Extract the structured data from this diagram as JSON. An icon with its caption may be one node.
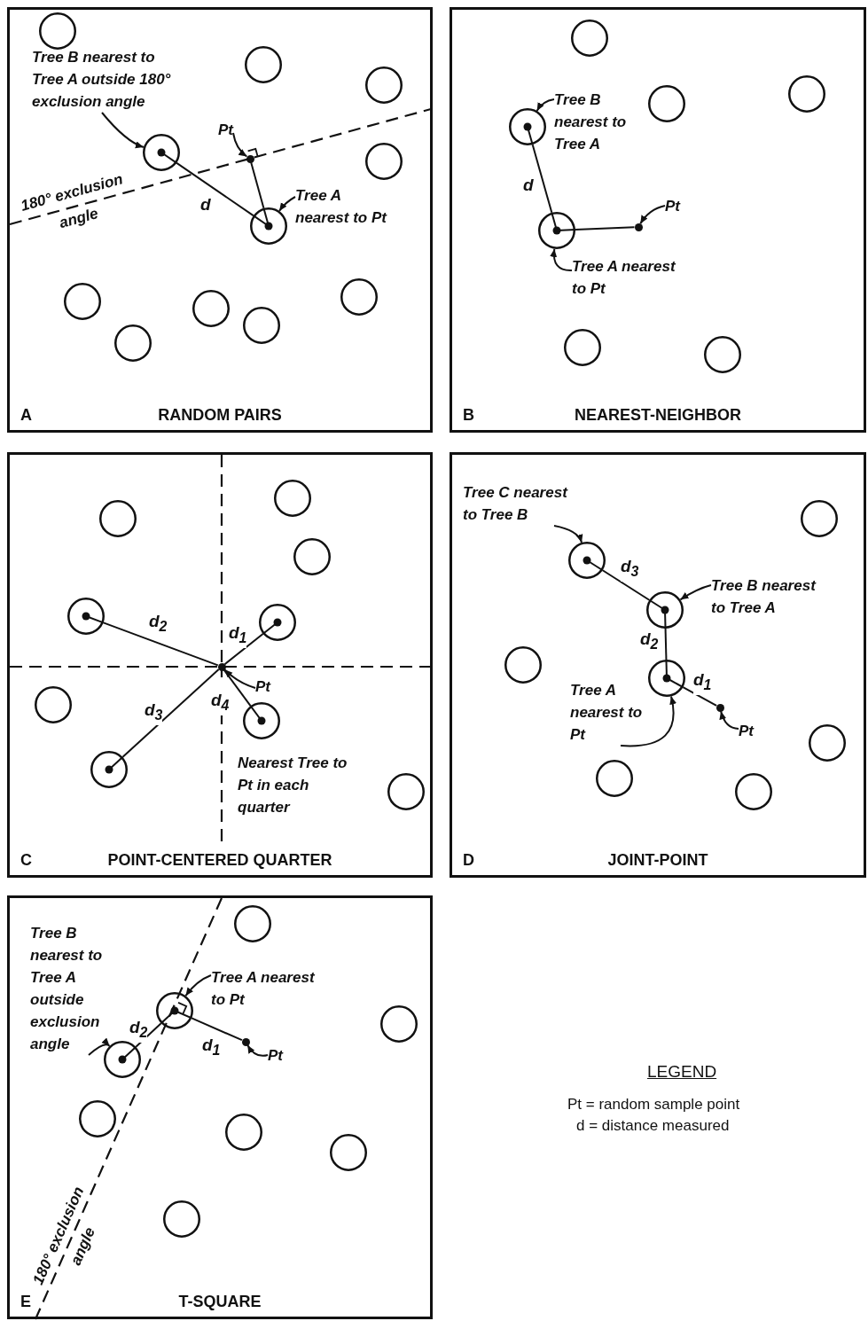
{
  "diagram": {
    "nodes": [
      {
        "text": [
          "A",
          "RANDOM PAIRS"
        ]
      },
      {
        "text": [
          "Tree B nearest to Tree A outside 180° exclusion angle"
        ],
        "in": 0
      },
      {
        "text": [],
        "shape": "circle",
        "in": 0
      },
      {
        "text": [
          "Pt"
        ],
        "in": 0
      },
      {
        "text": [],
        "shape": "dot",
        "in": 0
      },
      {
        "text": [
          "Tree A nearest to Pt"
        ],
        "in": 0
      },
      {
        "text": [],
        "shape": "circle",
        "in": 0
      },
      {
        "text": [],
        "shape": "circle",
        "in": 0
      },
      {
        "text": [],
        "shape": "circle",
        "in": 0
      },
      {
        "text": [],
        "shape": "circle",
        "in": 0
      },
      {
        "text": [],
        "shape": "circle",
        "in": 0
      },
      {
        "text": [],
        "shape": "circle",
        "in": 0
      },
      {
        "text": [],
        "shape": "circle",
        "in": 0
      },
      {
        "text": [],
        "shape": "circle",
        "in": 0
      },
      {
        "text": [],
        "shape": "circle",
        "in": 0
      },
      {
        "text": [],
        "shape": "circle",
        "in": 0
      },
      {
        "text": [
          "B",
          "NEAREST-NEIGHBOR"
        ]
      },
      {
        "text": [
          "Tree B nearest to Tree A"
        ],
        "in": 16
      },
      {
        "text": [],
        "shape": "circle",
        "in": 16
      },
      {
        "text": [
          "Pt"
        ],
        "in": 16
      },
      {
        "text": [],
        "shape": "dot",
        "in": 16
      },
      {
        "text": [
          "Tree A nearest to Pt"
        ],
        "in": 16
      },
      {
        "text": [],
        "shape": "circle",
        "in": 16
      },
      {
        "text": [],
        "shape": "circle",
        "in": 16
      },
      {
        "text": [],
        "shape": "circle",
        "in": 16
      },
      {
        "text": [],
        "shape": "circle",
        "in": 16
      },
      {
        "text": [],
        "shape": "circle",
        "in": 16
      },
      {
        "text": [],
        "shape": "circle",
        "in": 16
      },
      {
        "text": [
          "C",
          "POINT-CENTERED QUARTER"
        ]
      },
      {
        "text": [
          "Pt"
        ],
        "in": 28
      },
      {
        "text": [],
        "shape": "dot",
        "in": 28
      },
      {
        "text": [],
        "shape": "circle",
        "in": 28
      },
      {
        "text": [],
        "shape": "circle",
        "in": 28
      },
      {
        "text": [],
        "shape": "circle",
        "in": 28
      },
      {
        "text": [],
        "shape": "circle",
        "in": 28
      },
      {
        "text": [],
        "shape": "circle",
        "in": 28
      },
      {
        "text": [],
        "shape": "circle",
        "in": 28
      },
      {
        "text": [],
        "shape": "circle",
        "in": 28
      },
      {
        "text": [],
        "shape": "circle",
        "in": 28
      },
      {
        "text": [],
        "shape": "circle",
        "in": 28
      },
      {
        "text": [
          "D",
          "JOINT-POINT"
        ]
      },
      {
        "text": [
          "Tree C nearest to Tree B"
        ],
        "in": 40
      },
      {
        "text": [],
        "shape": "circle",
        "in": 40
      },
      {
        "text": [
          "Tree B nearest to Tree A"
        ],
        "in": 40
      },
      {
        "text": [],
        "shape": "circle",
        "in": 40
      },
      {
        "text": [
          "Tree A nearest to Pt"
        ],
        "in": 40
      },
      {
        "text": [],
        "shape": "circle",
        "in": 40
      },
      {
        "text": [
          "Pt"
        ],
        "in": 40
      },
      {
        "text": [],
        "shape": "dot",
        "in": 40
      },
      {
        "text": [],
        "shape": "circle",
        "in": 40
      },
      {
        "text": [],
        "shape": "circle",
        "in": 40
      },
      {
        "text": [],
        "shape": "circle",
        "in": 40
      },
      {
        "text": [],
        "shape": "circle",
        "in": 40
      },
      {
        "text": [],
        "shape": "circle",
        "in": 40
      },
      {
        "text": [
          "E",
          "T-SQUARE"
        ]
      },
      {
        "text": [
          "Tree B nearest to Tree A outside exclusion angle"
        ],
        "in": 54
      },
      {
        "text": [],
        "shape": "circle",
        "in": 54
      },
      {
        "text": [
          "Tree A nearest to Pt"
        ],
        "in": 54
      },
      {
        "text": [],
        "shape": "circle",
        "in": 54
      },
      {
        "text": [
          "Pt"
        ],
        "in": 54
      },
      {
        "text": [],
        "shape": "dot",
        "in": 54
      },
      {
        "text": [],
        "shape": "circle",
        "in": 54
      },
      {
        "text": [],
        "shape": "circle",
        "in": 54
      },
      {
        "text": [],
        "shape": "circle",
        "in": 54
      },
      {
        "text": [],
        "shape": "circle",
        "in": 54
      },
      {
        "text": [],
        "shape": "circle",
        "in": 54
      },
      {
        "text": [],
        "shape": "circle",
        "in": 54
      }
    ],
    "edges": [
      {
        "from": 1,
        "to": 2,
        "arrow": "to"
      },
      {
        "from": 3,
        "to": 4,
        "arrow": "to"
      },
      {
        "from": 5,
        "to": 6,
        "arrow": "to"
      },
      {
        "from": 17,
        "to": 18,
        "arrow": "to"
      },
      {
        "from": 19,
        "to": 20,
        "arrow": "to"
      },
      {
        "from": 21,
        "to": 22,
        "arrow": "to"
      },
      {
        "from": 29,
        "to": 30,
        "arrow": "to"
      },
      {
        "from": 41,
        "to": 42,
        "arrow": "to"
      },
      {
        "from": 43,
        "to": 44,
        "arrow": "to"
      },
      {
        "from": 45,
        "to": 46,
        "arrow": "to"
      },
      {
        "from": 47,
        "to": 48,
        "arrow": "to"
      },
      {
        "from": 55,
        "to": 56,
        "arrow": "to"
      },
      {
        "from": 57,
        "to": 58,
        "arrow": "to"
      },
      {
        "from": 59,
        "to": 60,
        "arrow": "to"
      },
      {
        "from": 2,
        "to": 6,
        "arrow": "none",
        "label": "d"
      },
      {
        "from": 4,
        "to": 6,
        "arrow": "none"
      },
      {
        "from": 18,
        "to": 22,
        "arrow": "none",
        "label": "d"
      },
      {
        "from": 22,
        "to": 20,
        "arrow": "none"
      },
      {
        "from": 30,
        "to": 31,
        "arrow": "none",
        "label": "d$_{2}$"
      },
      {
        "from": 30,
        "to": 32,
        "arrow": "none",
        "label": "d$_{1}$"
      },
      {
        "from": 30,
        "to": 34,
        "arrow": "none",
        "label": "d$_{3}$"
      },
      {
        "from": 30,
        "to": 33,
        "arrow": "none",
        "label": "d$_{4}$"
      },
      {
        "from": 42,
        "to": 44,
        "arrow": "none",
        "label": "d$_{3}$"
      },
      {
        "from": 44,
        "to": 46,
        "arrow": "none",
        "label": "d$_{2}$"
      },
      {
        "from": 46,
        "to": 48,
        "arrow": "none",
        "label": "d$_{1}$"
      },
      {
        "from": 56,
        "to": 58,
        "arrow": "none",
        "label": "d$_{2}$"
      },
      {
        "from": 58,
        "to": 60,
        "arrow": "none",
        "label": "d$_{1}$"
      }
    ],
    "labels": [
      "180° exclusion angle",
      "Nearest Tree to Pt in each quarter",
      "180° exclusion angle",
      "LEGEND"
    ],
    "legend": [
      {
        "text": "Pt = random sample point"
      },
      {
        "text": "d = distance measured"
      }
    ]
  }
}
